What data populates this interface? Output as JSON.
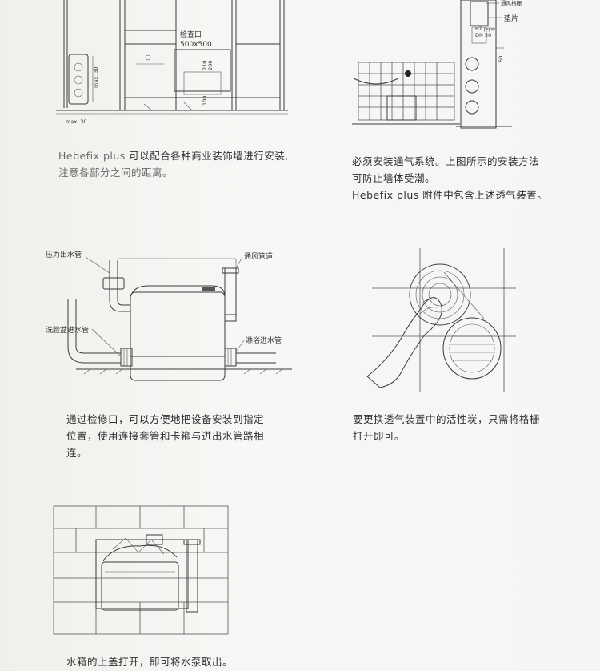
{
  "captions": {
    "c1_brand": "Hebefix plus",
    "c1_line1": "可以配合各种商业装饰墙进行安装,",
    "c1_line2": "注意各部分之间的距离。",
    "c2_line1": "必须安装通气系统。上图所示的安装方法",
    "c2_line2": "可防止墙体受潮。",
    "c2_line3": "Hebefix plus 附件中包含上述透气装置。",
    "c3_line1": "通过检修口，可以方便地把设备安装到指定",
    "c3_line2": "位置，使用连接套管和卡箍与进出水管路相",
    "c3_line3": "连。",
    "c4_line1": "要更换透气装置中的活性炭，只需将格栅",
    "c4_line2": "打开即可。",
    "c5_line1": "水箱的上盖打开，即可将水泵取出。"
  },
  "fig1": {
    "access_label": "检查口",
    "access_size": "500x500",
    "dim_a": "210",
    "dim_b": "200",
    "dim_c": "100",
    "dim_max": "max. 30",
    "dim_side": "max. 30"
  },
  "fig2": {
    "grille_label": "通风格栅",
    "gasket_label": "垫片",
    "pipe_label": "HT pipe",
    "pipe_size": "DN 50",
    "dim": "60"
  },
  "fig3": {
    "pressure_outlet": "压力出水管",
    "vent_pipe": "通风管道",
    "basin_inlet": "洗脸盆进水管",
    "shower_inlet": "淋浴进水管"
  },
  "icons": [
    "vent-grille-icon",
    "hand-icon",
    "pump-box-icon"
  ]
}
